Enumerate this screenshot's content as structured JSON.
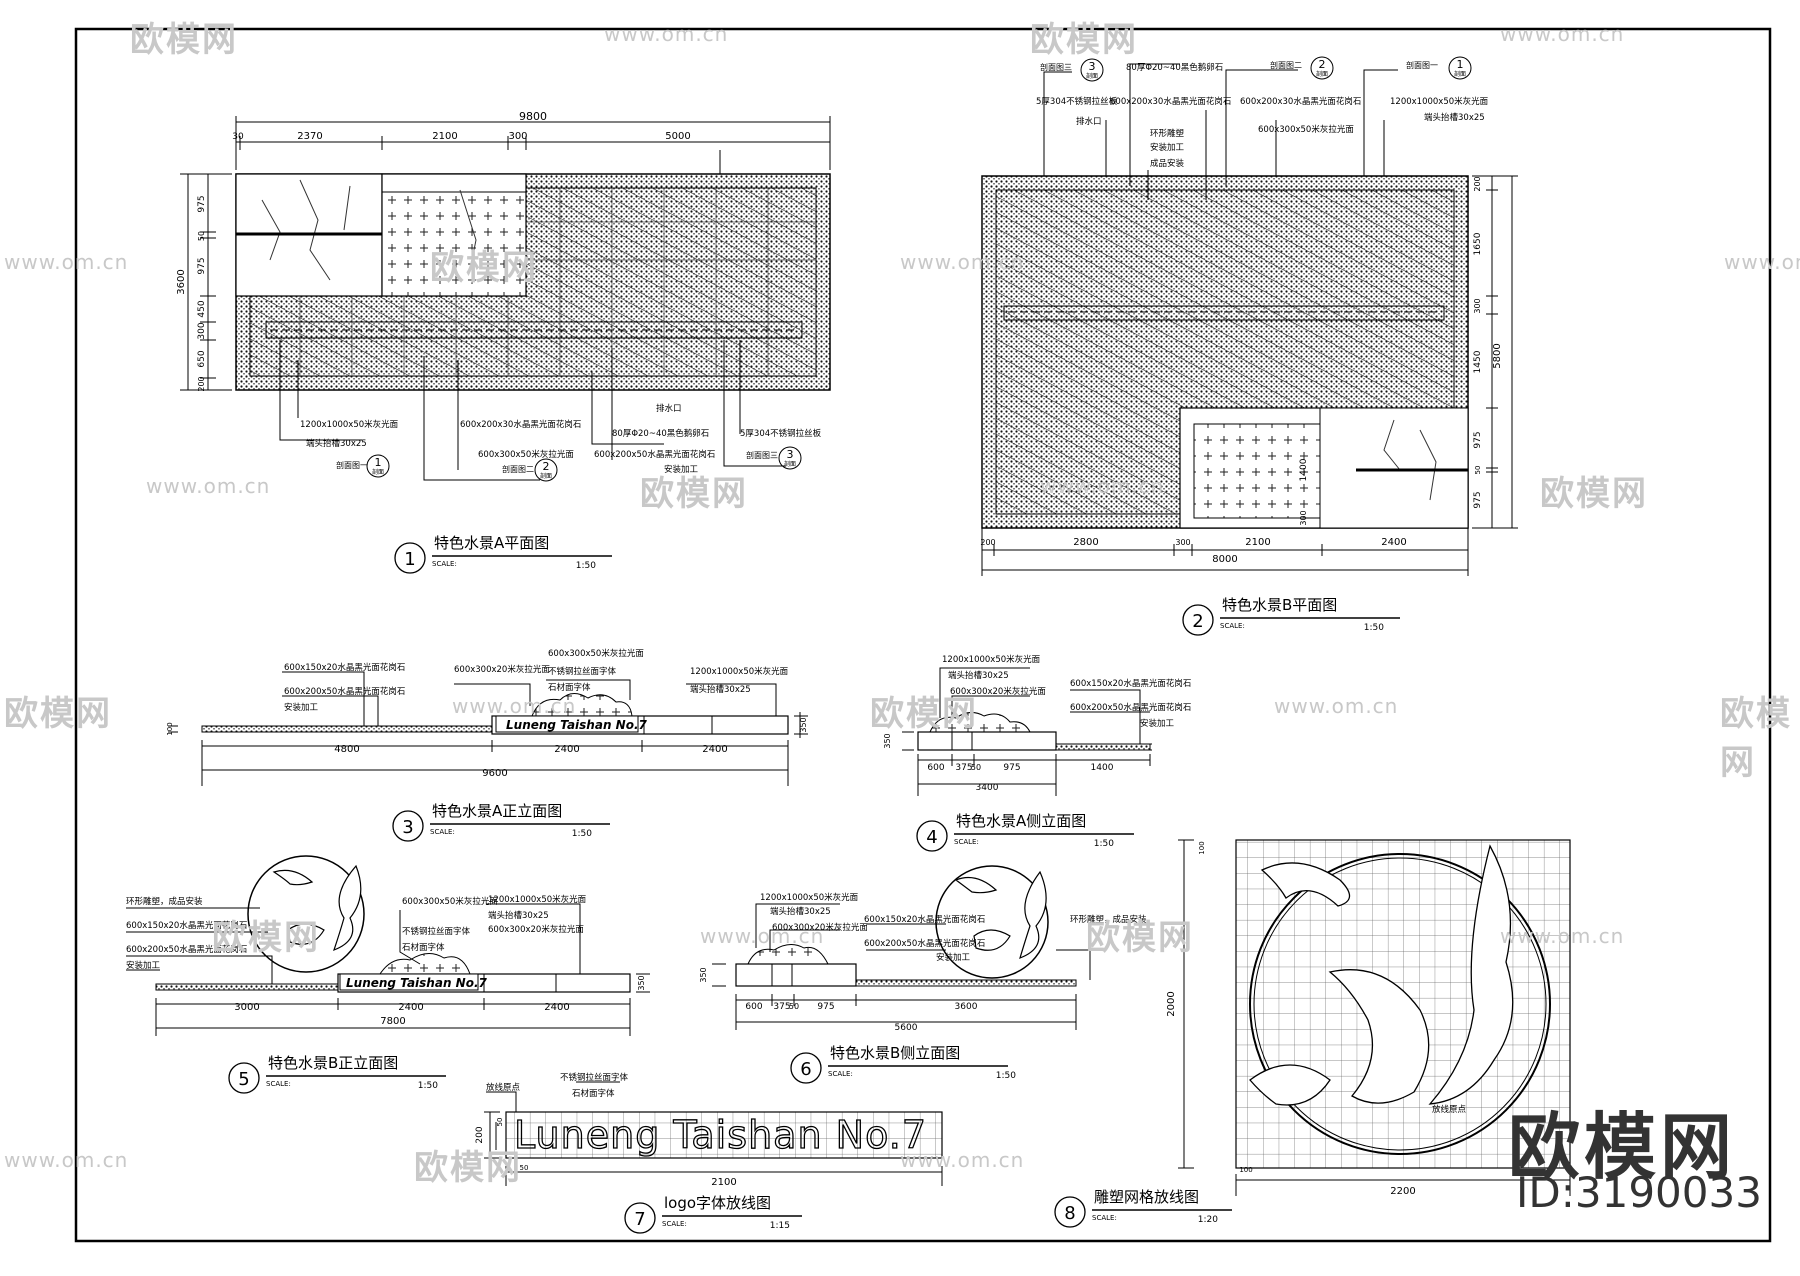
{
  "watermark": {
    "logo": "欧模网",
    "url": "www.om.cn"
  },
  "brand": {
    "name": "欧模网",
    "id": "ID:3190033"
  },
  "scale_label": "SCALE:",
  "drawings": [
    {
      "num": "1",
      "title": "特色水景A平面图",
      "scale": "1:50"
    },
    {
      "num": "2",
      "title": "特色水景B平面图",
      "scale": "1:50"
    },
    {
      "num": "3",
      "title": "特色水景A正立面图",
      "scale": "1:50"
    },
    {
      "num": "4",
      "title": "特色水景A侧立面图",
      "scale": "1:50"
    },
    {
      "num": "5",
      "title": "特色水景B正立面图",
      "scale": "1:50"
    },
    {
      "num": "6",
      "title": "特色水景B侧立面图",
      "scale": "1:50"
    },
    {
      "num": "7",
      "title": "logo字体放线图",
      "scale": "1:15"
    },
    {
      "num": "8",
      "title": "雕塑网格放线图",
      "scale": "1:20"
    }
  ],
  "planA": {
    "dims_top": [
      "9800",
      "2370",
      "2100",
      "300",
      "5000",
      "30"
    ],
    "dims_left": [
      "3600",
      "975",
      "50",
      "975",
      "450",
      "300",
      "650",
      "200"
    ],
    "labels": [
      "1200x1000x50米灰光面",
      "端头抬槽30x25",
      "600x200x30水晶黑光面花岗石",
      "600x300x50米灰拉光面",
      "排水口",
      "80厚Φ20~40黑色鹅卵石",
      "600x200x50水晶黑光面花岗石",
      "安装加工",
      "5厚304不锈钢拉丝板"
    ],
    "sections": [
      "剖面图一",
      "1",
      "剖面",
      "剖面图二",
      "2",
      "剖面",
      "剖面图三",
      "3",
      "剖面"
    ]
  },
  "planB": {
    "dims_bottom": [
      "8000",
      "200",
      "2800",
      "300",
      "2100",
      "2400"
    ],
    "dims_right": [
      "5800",
      "200",
      "1650",
      "300",
      "1450",
      "975",
      "50",
      "975"
    ],
    "dim_inner": "1400",
    "dim_inner2": "300",
    "labels": [
      "5厚304不锈钢拉丝板",
      "排水口",
      "80厚Φ20~40黑色鹅卵石",
      "600x200x30水晶黑光面花岗石",
      "安装加工",
      "环形雕塑",
      "成品安装",
      "600x200x30水晶黑光面花岗石",
      "600x300x50米灰拉光面",
      "1200x1000x50米灰光面",
      "端头抬槽30x25"
    ],
    "sections": [
      "剖面图三",
      "3",
      "剖面",
      "剖面图二",
      "2",
      "剖面",
      "剖面图一",
      "1",
      "剖面"
    ]
  },
  "elevA": {
    "dims": [
      "4800",
      "2400",
      "2400",
      "9600"
    ],
    "height_right": "350",
    "height_left": "100",
    "labels": [
      "600x150x20水晶黑光面花岗石",
      "600x200x50水晶黑光面花岗石",
      "安装加工",
      "600x300x20米灰拉光面",
      "600x300x50米灰拉光面",
      "不锈钢拉丝面字体",
      "石材面字体",
      "1200x1000x50米灰光面",
      "端头抬槽30x25"
    ],
    "sign": "Luneng Taishan No.7"
  },
  "sideA": {
    "dims": [
      "600",
      "375",
      "50",
      "975",
      "1400",
      "3400"
    ],
    "height_left": "350",
    "labels": [
      "1200x1000x50米灰光面",
      "端头抬槽30x25",
      "600x300x20米灰拉光面",
      "600x150x20水晶黑光面花岗石",
      "600x200x50水晶黑光面花岗石",
      "安装加工"
    ]
  },
  "elevB": {
    "dims": [
      "3000",
      "2400",
      "2400",
      "7800"
    ],
    "height_right": "350",
    "labels": [
      "环形雕塑，成品安装",
      "600x150x20水晶黑光面花岗石",
      "600x200x50水晶黑光面花岗石",
      "安装加工",
      "600x300x50米灰拉光面",
      "不锈钢拉丝面字体",
      "石材面字体",
      "1200x1000x50米灰光面",
      "端头抬槽30x25",
      "600x300x20米灰拉光面"
    ],
    "sign": "Luneng Taishan No.7"
  },
  "sideB": {
    "dims": [
      "600",
      "375",
      "50",
      "975",
      "3600",
      "5600"
    ],
    "height_left": "350",
    "labels": [
      "1200x1000x50米灰光面",
      "端头抬槽30x25",
      "600x300x20米灰拉光面",
      "600x150x20水晶黑光面花岗石",
      "600x200x50水晶黑光面花岗石",
      "安装加工",
      "环形雕塑，成品安装"
    ]
  },
  "logo": {
    "text": "Luneng Taishan No.7",
    "dim_width": "2100",
    "dim_height": "200",
    "cell": "50",
    "labels": [
      "放线原点",
      "不锈钢拉丝面字体",
      "石材面字体"
    ]
  },
  "grid": {
    "dim_width": "2200",
    "dim_height": "2000",
    "cell": "100",
    "label": "放线原点"
  }
}
